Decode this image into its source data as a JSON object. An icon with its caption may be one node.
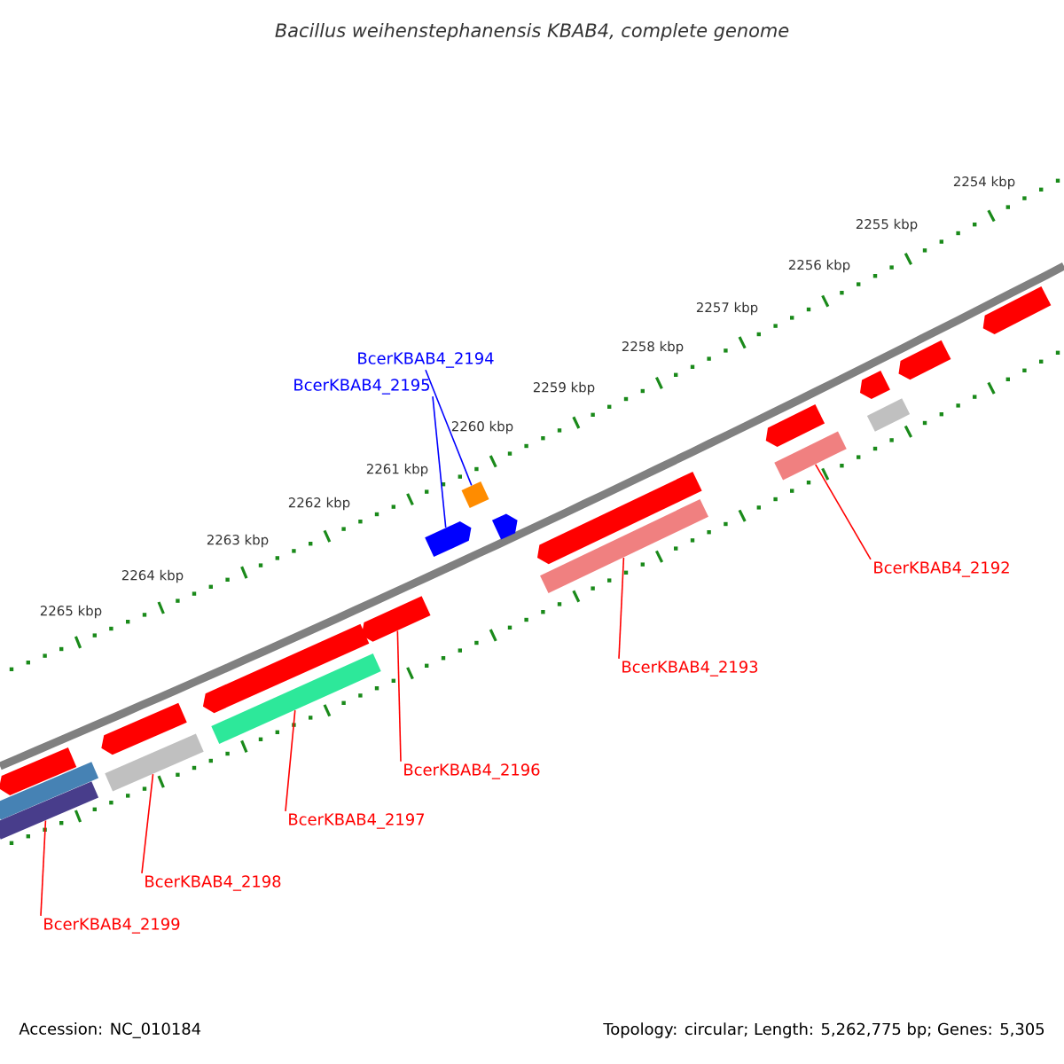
{
  "diagram": {
    "title": "Bacillus weihenstephanensis KBAB4, complete genome",
    "nodes": [
      {
        "text": [
          "BcerKBAB4_2194"
        ]
      },
      {
        "text": [
          "BcerKBAB4_2195"
        ]
      },
      {
        "text": [],
        "shape": "arrow"
      },
      {
        "text": [],
        "shape": "bar"
      },
      {
        "text": [],
        "shape": "bar"
      },
      {
        "text": [],
        "shape": "arrow"
      },
      {
        "text": [],
        "shape": "bar"
      },
      {
        "text": [],
        "shape": "arrow"
      },
      {
        "text": [],
        "shape": "bar"
      },
      {
        "text": [],
        "shape": "arrow"
      },
      {
        "text": [],
        "shape": "arrow"
      },
      {
        "text": [],
        "shape": "bar"
      },
      {
        "text": [],
        "shape": "arrow"
      },
      {
        "text": [],
        "shape": "arrow"
      },
      {
        "text": [],
        "shape": "bar"
      },
      {
        "text": [],
        "shape": "arrow"
      },
      {
        "text": [],
        "shape": "bar"
      },
      {
        "text": [],
        "shape": "arrow"
      },
      {
        "text": [],
        "shape": "bar"
      },
      {
        "text": [],
        "shape": "arrow"
      },
      {
        "text": [],
        "shape": "arrow"
      },
      {
        "text": [
          "BcerKBAB4_2192"
        ]
      },
      {
        "text": [
          "BcerKBAB4_2193"
        ]
      },
      {
        "text": [
          "BcerKBAB4_2196"
        ]
      },
      {
        "text": [
          "BcerKBAB4_2197"
        ]
      },
      {
        "text": [
          "BcerKBAB4_2198"
        ]
      },
      {
        "text": [
          "BcerKBAB4_2199"
        ]
      }
    ],
    "edges": [
      {
        "from": 0,
        "to": 11,
        "arrow": "none",
        "color": "#0000ff"
      },
      {
        "from": 1,
        "to": 10,
        "arrow": "none",
        "color": "#0000ff"
      },
      {
        "from": 21,
        "to": 16,
        "arrow": "none"
      },
      {
        "from": 22,
        "to": 14,
        "arrow": "none"
      },
      {
        "from": 23,
        "to": 9,
        "arrow": "none"
      },
      {
        "from": 24,
        "to": 8,
        "arrow": "none"
      },
      {
        "from": 25,
        "to": 6,
        "arrow": "none"
      },
      {
        "from": 26,
        "to": 4,
        "arrow": "none"
      }
    ],
    "labels": [
      "2254 kbp",
      "2255 kbp",
      "2256 kbp",
      "2257 kbp",
      "2258 kbp",
      "2259 kbp",
      "2260 kbp",
      "2261 kbp",
      "2262 kbp",
      "2263 kbp",
      "2264 kbp",
      "2265 kbp",
      "Accession: NC_010184",
      "Topology: circular; Length: 5,262,775 bp; Genes: 5,305"
    ]
  }
}
